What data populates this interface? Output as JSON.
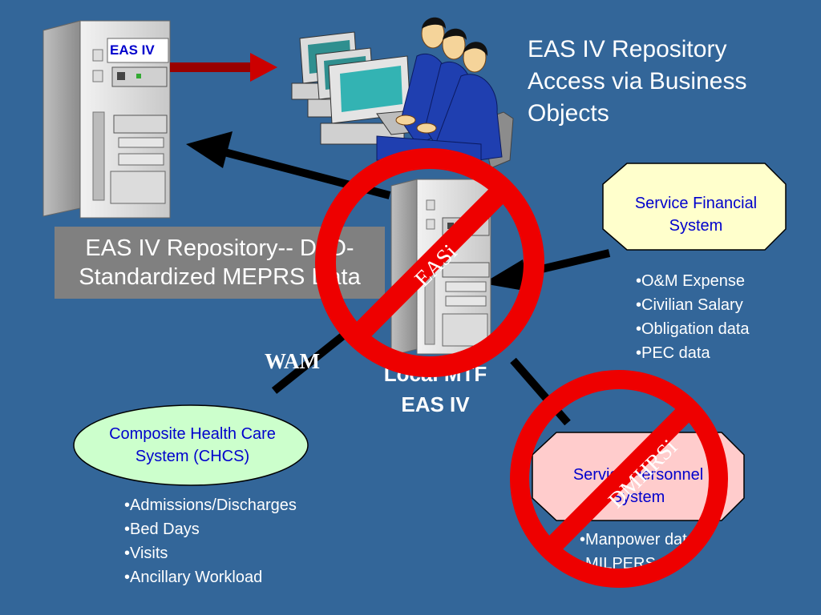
{
  "title_lines": [
    "EAS IV Repository",
    "Access via Business",
    "Objects"
  ],
  "server_label": "EAS IV",
  "repository_box": {
    "line1": "EAS IV Repository-- DoD-",
    "line2": "Standardized MEPRS Data"
  },
  "service_financial": {
    "line1": "Service Financial",
    "line2": "System",
    "bullets": [
      "•O&M  Expense",
      "•Civilian Salary",
      "•Obligation data",
      "•PEC data"
    ]
  },
  "chcs": {
    "line1": "Composite Health Care",
    "line2": "System (CHCS)",
    "bullets": [
      "•Admissions/Discharges",
      "•Bed Days",
      "•Visits",
      "•Ancillary Workload"
    ]
  },
  "service_personnel": {
    "line1": "Service Personnel",
    "line2": "System",
    "bullets": [
      "•Manpower data",
      "•MILPERS"
    ]
  },
  "wam_label": "WAM",
  "local_label": {
    "line1": "Local MTF",
    "line2": "EAS IV"
  },
  "no_symbols": {
    "easi_label": "EASi",
    "dmhrsi_label": "DMHRSi"
  },
  "colors": {
    "background": "#336699",
    "no_symbol": "#ee0000",
    "arrow": "#000000",
    "repo_box": "#808080",
    "financial_fill": "#ffffcc",
    "chcs_fill": "#ccffcc",
    "personnel_fill": "#ffcccc",
    "shape_text": "#0000cc"
  }
}
